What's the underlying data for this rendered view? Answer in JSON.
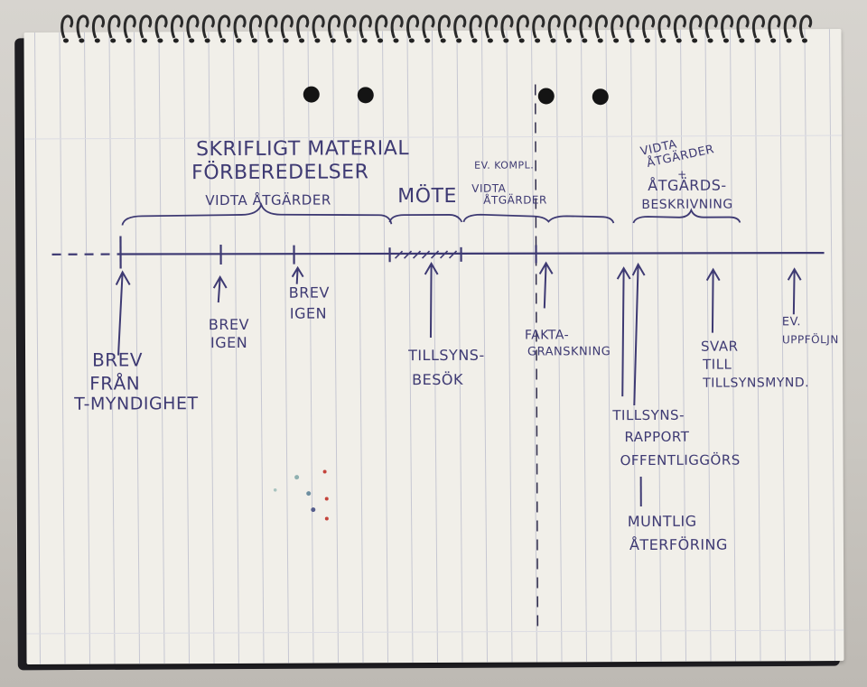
{
  "notebook": {
    "spiral_count": 48,
    "punch_holes": 4,
    "ink_color": "#3e3a73",
    "paper_color": "#f1efe9",
    "line_color": "#c6c7d2"
  },
  "header_notes": {
    "skriftligt": "SKRIFLIGT MATERIAL",
    "forberedelser": "FÖRBEREDELSER",
    "vidta_1": "VIDTA ÅTGÄRDER",
    "mote": "MÖTE",
    "ev_kompl": "EV. KOMPL.",
    "vidta_2a": "VIDTA",
    "vidta_2b": "ÅTGÄRDER",
    "right_1": "VIDTA",
    "right_2": "ÅTGÄRDER",
    "right_3": "+",
    "right_4": "ÅTGÄRDS-",
    "right_5": "BESKRIVNING"
  },
  "events": {
    "brev_fran_1": "BREV",
    "brev_fran_2": "FRÅN",
    "brev_fran_3": "T-MYNDIGHET",
    "brev_igen_a1": "BREV",
    "brev_igen_a2": "IGEN",
    "brev_igen_b1": "BREV",
    "brev_igen_b2": "IGEN",
    "tillsyn_1": "TILLSYNS-",
    "tillsyn_2": "BESÖK",
    "fakta_1": "FAKTA-",
    "fakta_2": "GRANSKNING",
    "rapport_1": "TILLSYNS-",
    "rapport_2": "RAPPORT",
    "rapport_3": "OFFENTLIGGÖRS",
    "muntlig_1": "MUNTLIG",
    "muntlig_2": "ÅTERFÖRING",
    "svar_1": "SVAR",
    "svar_2": "TILL",
    "svar_3": "TILLSYNSMYND.",
    "ev_1": "EV.",
    "ev_2": "UPPFÖLJN"
  }
}
